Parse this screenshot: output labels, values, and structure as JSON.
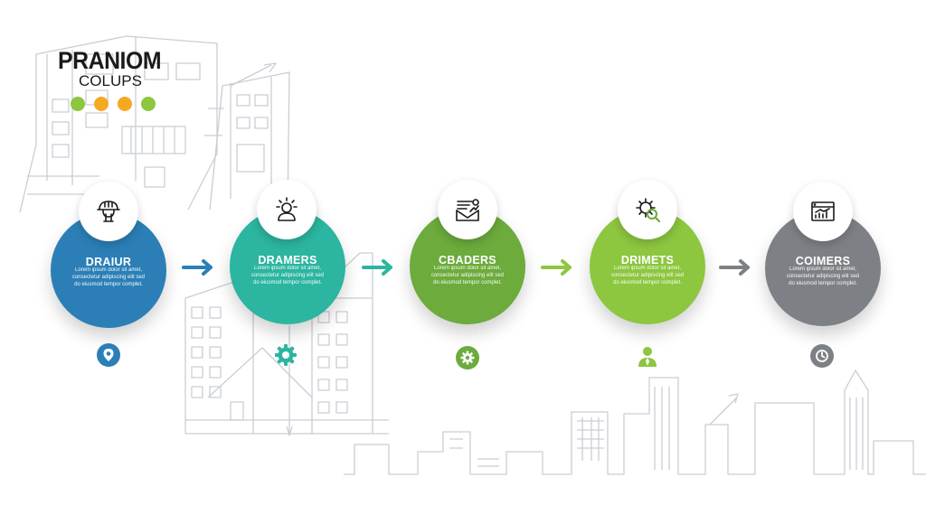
{
  "logo": {
    "title": "PRANIOM",
    "subtitle": "COLUPS",
    "dots": [
      "#8dc63f",
      "#f7a823",
      "#f7a823",
      "#8dc63f"
    ]
  },
  "steps": [
    {
      "title": "DRAIUR",
      "body": "Lorem ipsum dolor sit amet, consectetur adipiscing elit sed do eiusmod tempor complet.",
      "color": "#2b7fb6",
      "top_icon": "engineer-helmet-icon",
      "bottom_icon": "location-pin-icon"
    },
    {
      "title": "DRAMERS",
      "body": "Lorem ipsum dolor sit amet, consectetur adipiscing elit sed do eiusmod tempor complet.",
      "color": "#2cb5a0",
      "top_icon": "idea-person-icon",
      "bottom_icon": "gear-icon"
    },
    {
      "title": "CBADERS",
      "body": "Lorem ipsum dolor sit amet, consectetur adipiscing elit sed do eiusmod tempor complet.",
      "color": "#6cab3c",
      "top_icon": "envelope-chart-icon",
      "bottom_icon": "cog-icon"
    },
    {
      "title": "DRIMETS",
      "body": "Lorem ipsum dolor sit amet, consectetur adipiscing elit sed do eiusmod tempor complet.",
      "color": "#8dc63f",
      "top_icon": "gear-search-icon",
      "bottom_icon": "user-icon"
    },
    {
      "title": "COIMERS",
      "body": "Lorem ipsum dolor sit amet, consectetur adipiscing elit sed do eiusmod tempor complet.",
      "color": "#7d8185",
      "top_icon": "monitor-chart-icon",
      "bottom_icon": "clock-icon"
    }
  ],
  "arrows": [
    "#2b7fb6",
    "#2cb5a0",
    "#8dc63f",
    "#7d8185"
  ]
}
